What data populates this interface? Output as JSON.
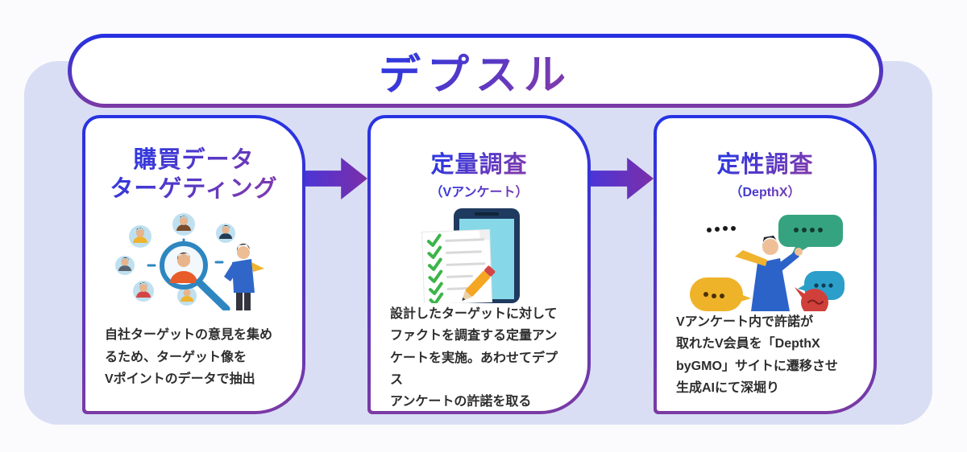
{
  "title": "デプスル",
  "colors": {
    "accent_blue": "#2430e0",
    "accent_purple": "#7b3aa4",
    "panel_lavender": "#d9def5",
    "body_text": "#2d2d2d",
    "card_bg": "#ffffff"
  },
  "cards": [
    {
      "heading": "購買データ\nターゲティング",
      "subtitle": "",
      "icon": "audience-targeting-illustration",
      "description": "自社ターゲットの意見を集め\nるため、ターゲット像を\nVポイントのデータで抽出"
    },
    {
      "heading": "定量調査",
      "subtitle": "（Vアンケート）",
      "icon": "survey-checklist-illustration",
      "description": "設計したターゲットに対して\nファクトを調査する定量アン\nケートを実施。あわせてデプス\nアンケートの許諾を取る"
    },
    {
      "heading": "定性調査",
      "subtitle": "（DepthX）",
      "icon": "interview-discussion-illustration",
      "description": "Vアンケート内で許諾が\n取れたV会員を「DepthX\nbyGMO」サイトに遷移させ\n生成AIにて深堀り"
    }
  ],
  "arrows": [
    "step1-to-step2",
    "step2-to-step3"
  ]
}
